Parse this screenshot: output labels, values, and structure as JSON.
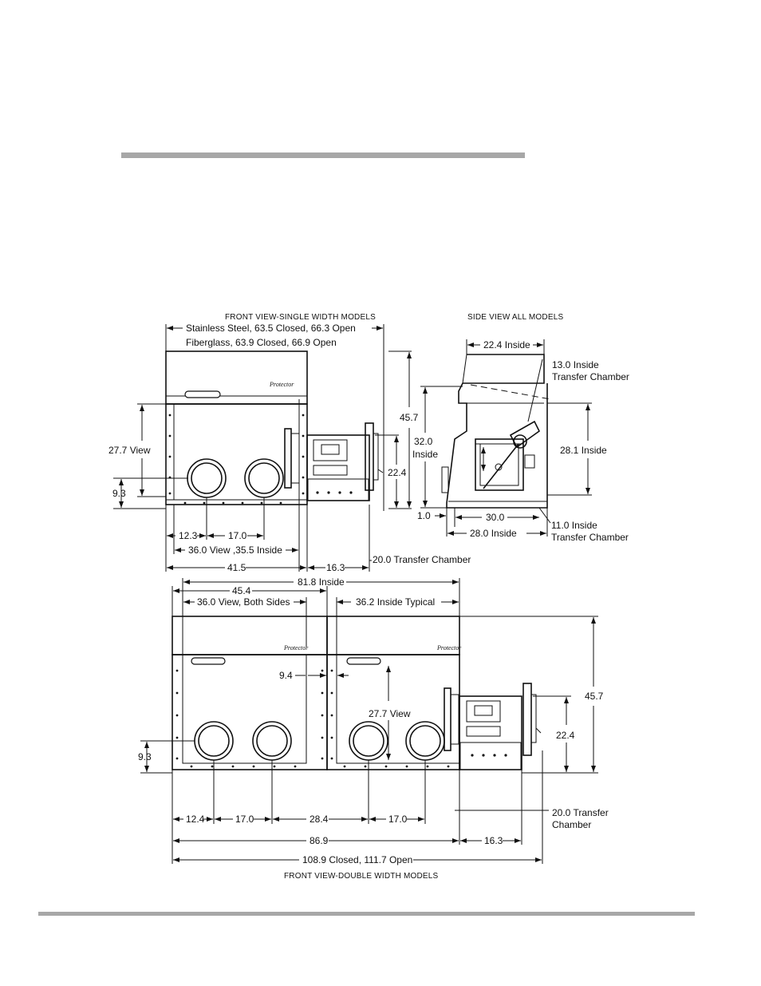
{
  "front_single": {
    "caption": "FRONT VIEW-SINGLE WIDTH MODELS",
    "overall_ss": "Stainless Steel, 63.5 Closed,  66.3 Open",
    "overall_fg": "Fiberglass, 63.9 Closed,  66.9 Open",
    "height": "45.7",
    "view_height": "27.7  View",
    "port_height": "9.3",
    "tc_height": "22.4",
    "port_offset": "12.3",
    "port_spacing": "17.0",
    "view_width": "36.0 View ,35.5 Inside",
    "width": "41.5",
    "tc_width": "16.3",
    "tc_length": "20.0  Transfer Chamber"
  },
  "side": {
    "caption": "SIDE VIEW ALL MODELS",
    "top_depth": "22.4 Inside",
    "tc_dia_1": "13.0 Inside",
    "tc_dia_2": "Transfer Chamber",
    "height_val": "32.0",
    "height_lbl": "Inside",
    "inside_height": "28.1 Inside",
    "foot": "1.0",
    "base_depth": "30.0",
    "floor_depth": "28.0 Inside",
    "tc_small_1": "11.0 Inside",
    "tc_small_2": "Transfer Chamber"
  },
  "front_double": {
    "caption": "FRONT VIEW-DOUBLE WIDTH MODELS",
    "inside": "81.8 Inside",
    "module_width": "45.4",
    "view_both": "36.0 View, Both Sides",
    "inside_typical": "36.2 Inside Typical",
    "gap": "9.4",
    "view_height": "27.7 View",
    "height": "45.7",
    "tc_height": "22.4",
    "port_height": "9.3",
    "port_offset": "12.4",
    "port_spacing_1": "17.0",
    "center_gap": "28.4",
    "port_spacing_2": "17.0",
    "tc_length_1": "20.0 Transfer",
    "tc_length_2": "Chamber",
    "width": "86.9",
    "tc_width": "16.3",
    "overall": "108.9 Closed,  111.7 Open"
  },
  "logo_text": "Protector"
}
